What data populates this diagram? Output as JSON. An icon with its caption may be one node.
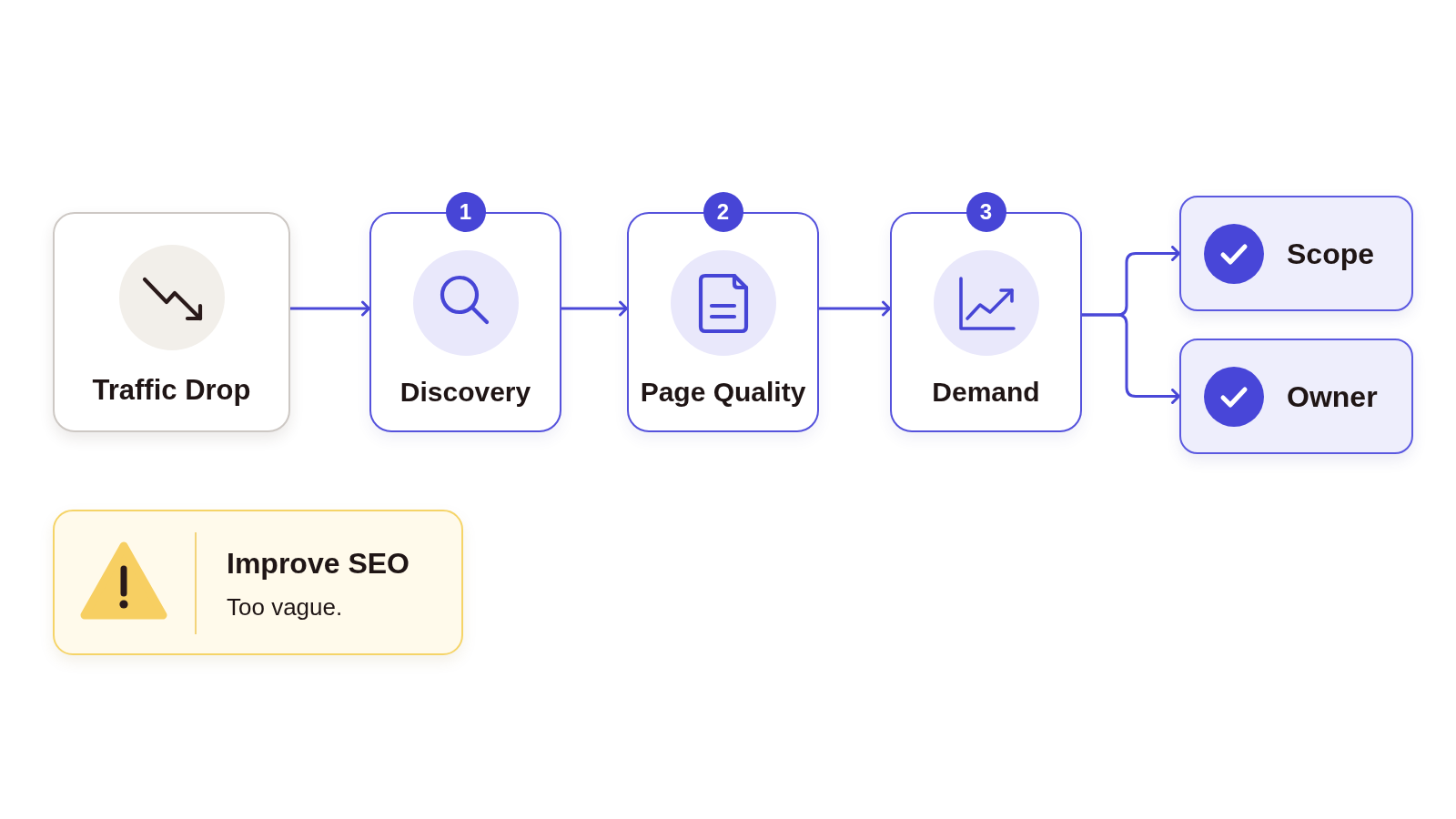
{
  "diagram": {
    "nodes": [
      {
        "text": [
          "Traffic Drop"
        ]
      },
      {
        "text": [
          "Discovery"
        ],
        "beside": [
          "1"
        ]
      },
      {
        "text": [
          "Page Quality"
        ],
        "beside": [
          "2"
        ]
      },
      {
        "text": [
          "Demand"
        ],
        "beside": [
          "3"
        ]
      },
      {
        "text": [
          "Scope"
        ]
      },
      {
        "text": [
          "Owner"
        ]
      },
      {
        "text": [
          "Improve SEO",
          "Too vague."
        ]
      }
    ],
    "edges": [
      {
        "from": 0,
        "to": 1,
        "arrow": "to"
      },
      {
        "from": 1,
        "to": 2,
        "arrow": "to"
      },
      {
        "from": 2,
        "to": 3,
        "arrow": "to"
      },
      {
        "from": 3,
        "to": 4,
        "arrow": "to"
      },
      {
        "from": 3,
        "to": 5,
        "arrow": "to"
      }
    ]
  }
}
